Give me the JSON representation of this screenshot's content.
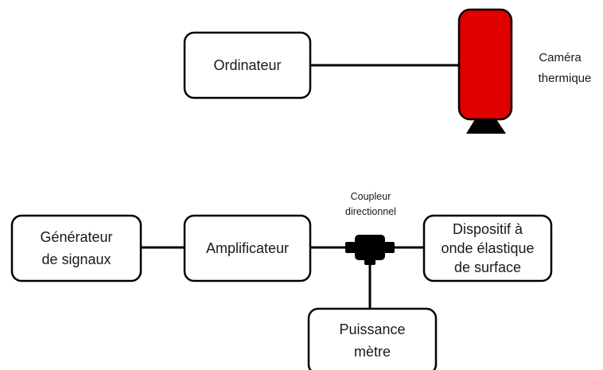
{
  "nodes": {
    "computer": {
      "label": "Ordinateur"
    },
    "camera": {
      "label_lines": [
        "Caméra",
        "thermique"
      ],
      "body_color": "#e00000",
      "base_color": "#000000"
    },
    "signal_generator": {
      "label_lines": [
        "Générateur",
        "de signaux"
      ]
    },
    "amplifier": {
      "label": "Amplificateur"
    },
    "coupler": {
      "label_lines": [
        "Coupleur",
        "directionnel"
      ],
      "color": "#000000"
    },
    "saw_device": {
      "label_lines": [
        "Dispositif à",
        "onde élastique",
        "de surface"
      ]
    },
    "power_meter": {
      "label_lines": [
        "Puissance",
        "mètre"
      ]
    }
  },
  "colors": {
    "stroke": "#000000",
    "background": "#ffffff",
    "text": "#1a1a1a"
  }
}
